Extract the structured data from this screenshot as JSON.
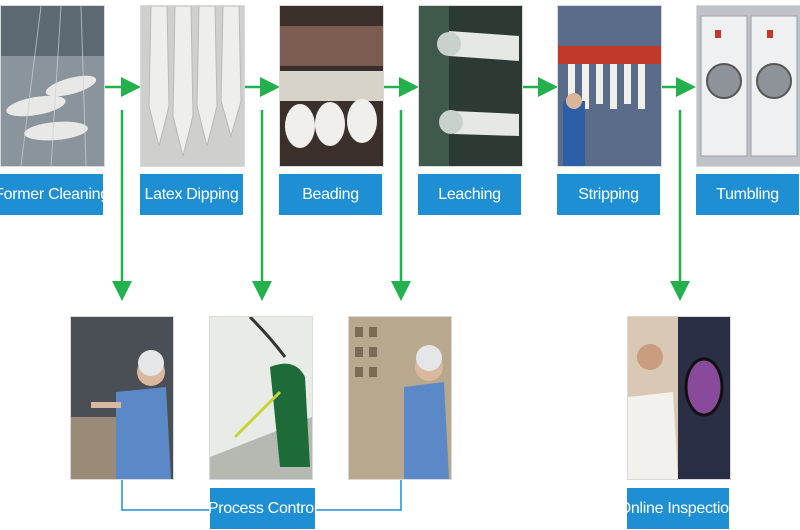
{
  "process_steps": [
    {
      "label": "Former Cleaning",
      "photo": "former-cleaning-photo"
    },
    {
      "label": "Latex Dipping",
      "photo": "latex-dipping-photo"
    },
    {
      "label": "Beading",
      "photo": "beading-photo"
    },
    {
      "label": "Leaching",
      "photo": "leaching-photo"
    },
    {
      "label": "Stripping",
      "photo": "stripping-photo"
    },
    {
      "label": "Tumbling",
      "photo": "tumbling-photo"
    }
  ],
  "quality_steps": {
    "process_control": {
      "label": "Process Control"
    },
    "online_inspection": {
      "label": "Online Inspection"
    }
  },
  "colors": {
    "label_blue": "#1f8fd3",
    "arrow_green": "#22b14c",
    "line_blue": "#1f8fd3"
  }
}
